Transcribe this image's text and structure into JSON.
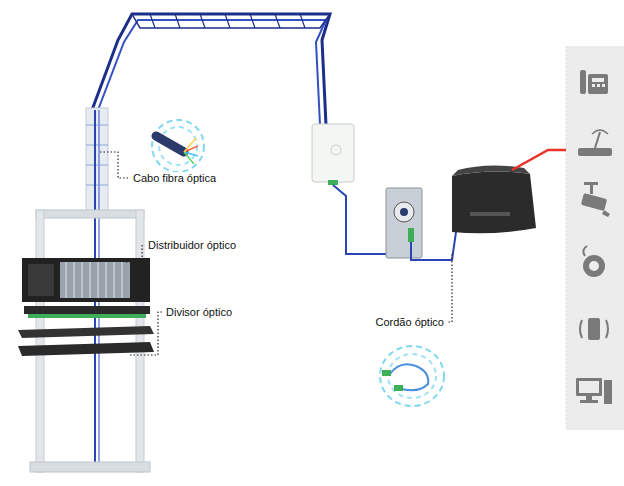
{
  "diagram": {
    "labels": [
      "Cabo fibra óptica",
      "Distribuidor óptico",
      "Divisor óptico",
      "Cordão óptico"
    ]
  }
}
